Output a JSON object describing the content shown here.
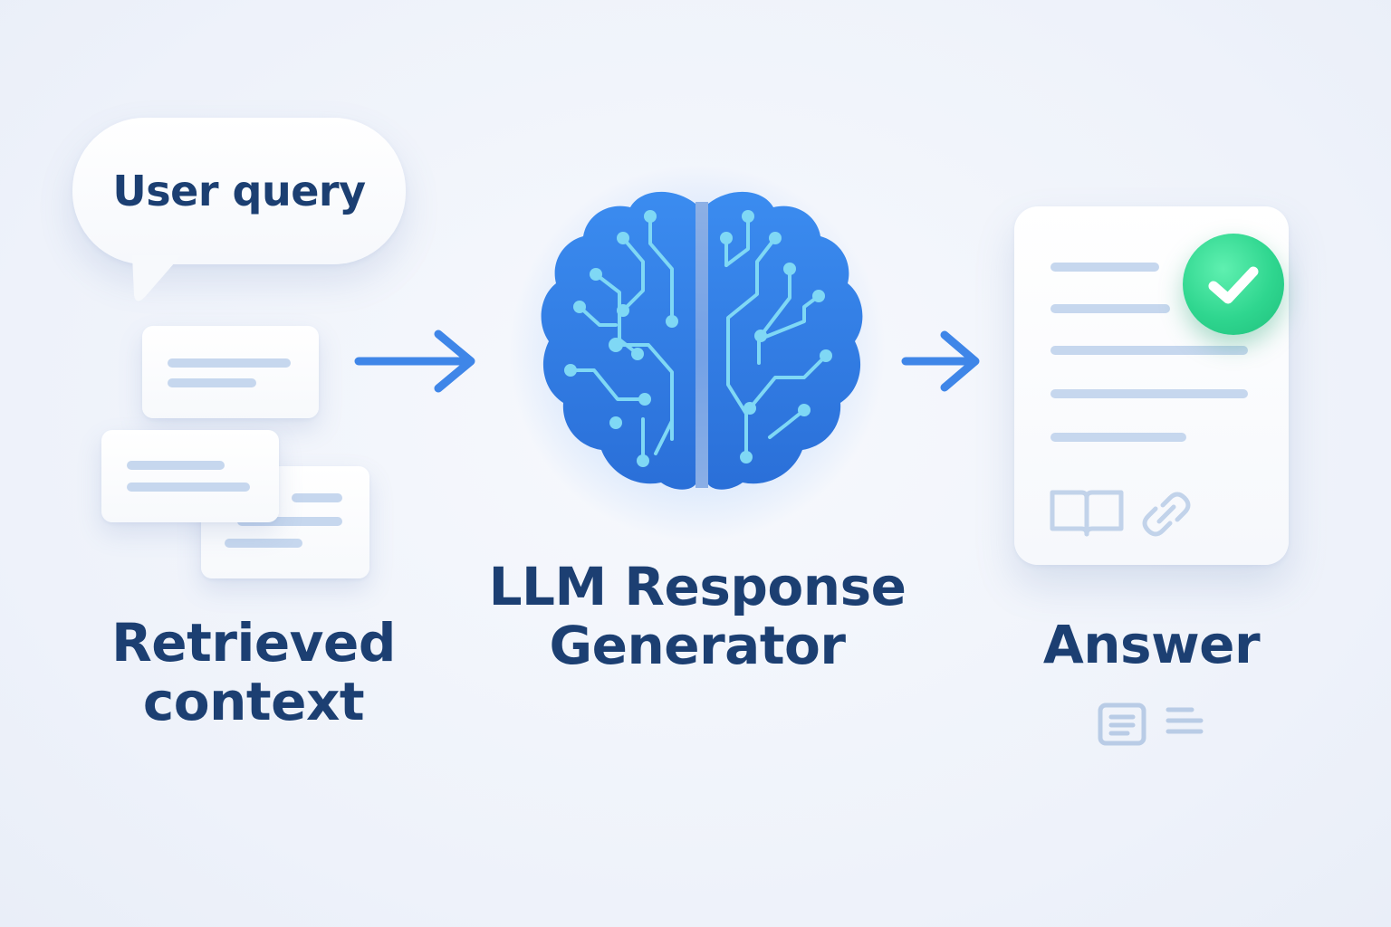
{
  "diagram": {
    "user_query": "User query",
    "retrieved_context": [
      "Retrieved",
      "context"
    ],
    "llm_generator": [
      "LLM Response",
      "Generator"
    ],
    "answer": "Answer"
  },
  "icons": {
    "brain": "brain-circuit-icon",
    "check": "checkmark-icon",
    "book": "open-book-icon",
    "link": "link-icon",
    "document": "document-icon",
    "list": "list-icon"
  },
  "colors": {
    "label_text": "#1c3f72",
    "arrow": "#3f86e8",
    "brain_fill": "#2f7de3",
    "circuit": "#7fd8f5",
    "check_green": "#2fd68f",
    "doc_line": "#c6d7ee"
  }
}
